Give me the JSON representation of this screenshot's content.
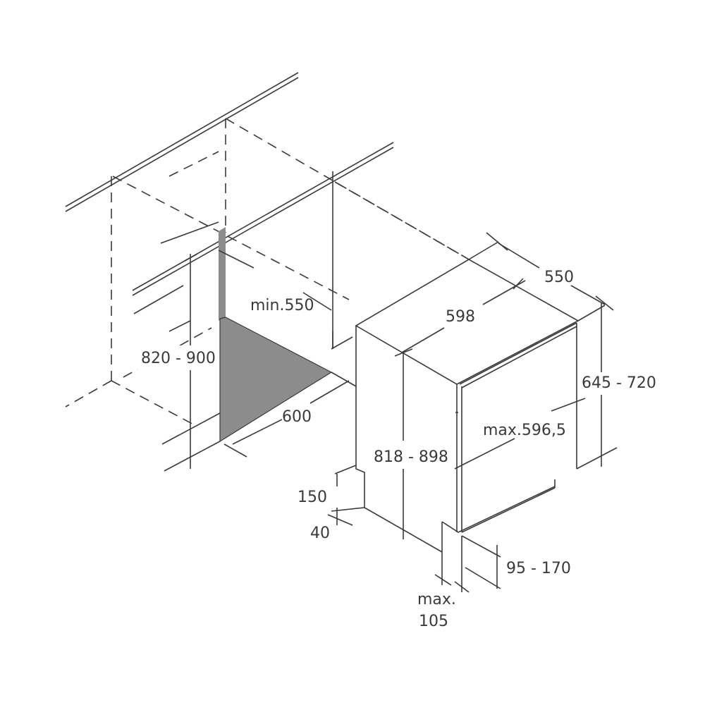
{
  "diagram": {
    "labels": {
      "niche_height": "820 - 900",
      "niche_depth": "min.550",
      "niche_width": "600",
      "appliance_depth": "550",
      "appliance_width": "598",
      "door_height": "645 - 720",
      "door_width": "max.596,5",
      "appliance_height": "818 - 898",
      "plinth_height": "150",
      "plinth_depth": "40",
      "door_offset": "95 - 170",
      "max_label": "max.",
      "max_value": "105"
    },
    "colors": {
      "line": "#3a3a3a",
      "fill": "#8c8c8c"
    }
  }
}
